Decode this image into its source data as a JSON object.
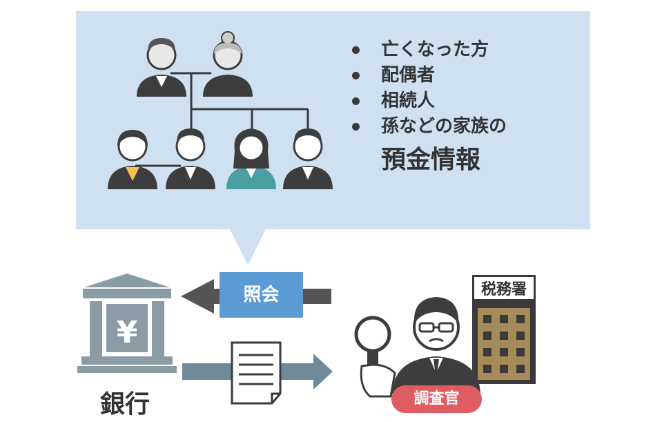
{
  "info_list": {
    "items": [
      "亡くなった方",
      "配偶者",
      "相続人",
      "孫などの家族の"
    ],
    "emphasis": "預金情報"
  },
  "inquiry": {
    "label": "照会"
  },
  "bank": {
    "label": "銀行",
    "symbol": "¥"
  },
  "tax_office": {
    "label": "税務署"
  },
  "inspector": {
    "badge": "調査官"
  },
  "icons": [
    "family-tree-icon",
    "bank-icon",
    "document-icon",
    "magnifier-icon",
    "building-icon"
  ],
  "colors": {
    "bubble": "#cfe0f1",
    "inquiry": "#5b9bd5",
    "badge": "#e05c63",
    "arrow_gray": "#555555",
    "arrow_blue_gray": "#6f8a99",
    "bank_gray": "#8a9ba5",
    "building_gold": "#a68a5a"
  }
}
